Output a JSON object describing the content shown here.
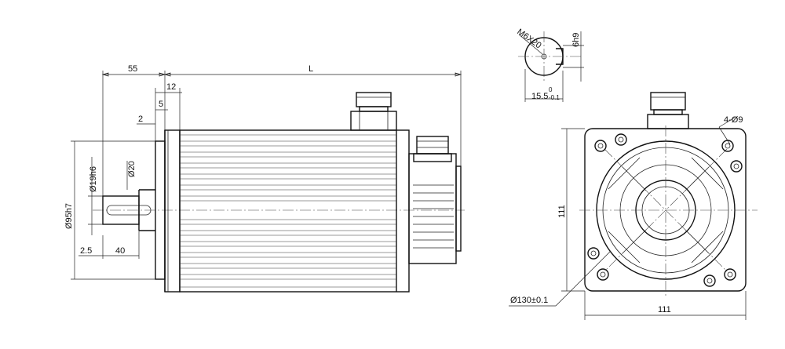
{
  "side_view": {
    "dim_shaft_length": "55",
    "dim_overall_length": "L",
    "dim_flange": "12",
    "dim_spigot": "5",
    "dim_step": "2",
    "dim_shaft_dia": "Ø19h6",
    "dim_spigot_dia": "Ø95h7",
    "dim_body_dia": "Ø20",
    "dim_key_offset": "2.5",
    "dim_key_length": "40"
  },
  "shaft_section": {
    "thread_label": "M6X20",
    "key_width": "6h9",
    "key_depth": "15.5",
    "key_tol_upper": "0",
    "key_tol_lower": "-0.1"
  },
  "front_view": {
    "holes_label": "4-Ø9",
    "height_label": "111",
    "width_label": "111",
    "pcd_label": "Ø130±0.1"
  }
}
